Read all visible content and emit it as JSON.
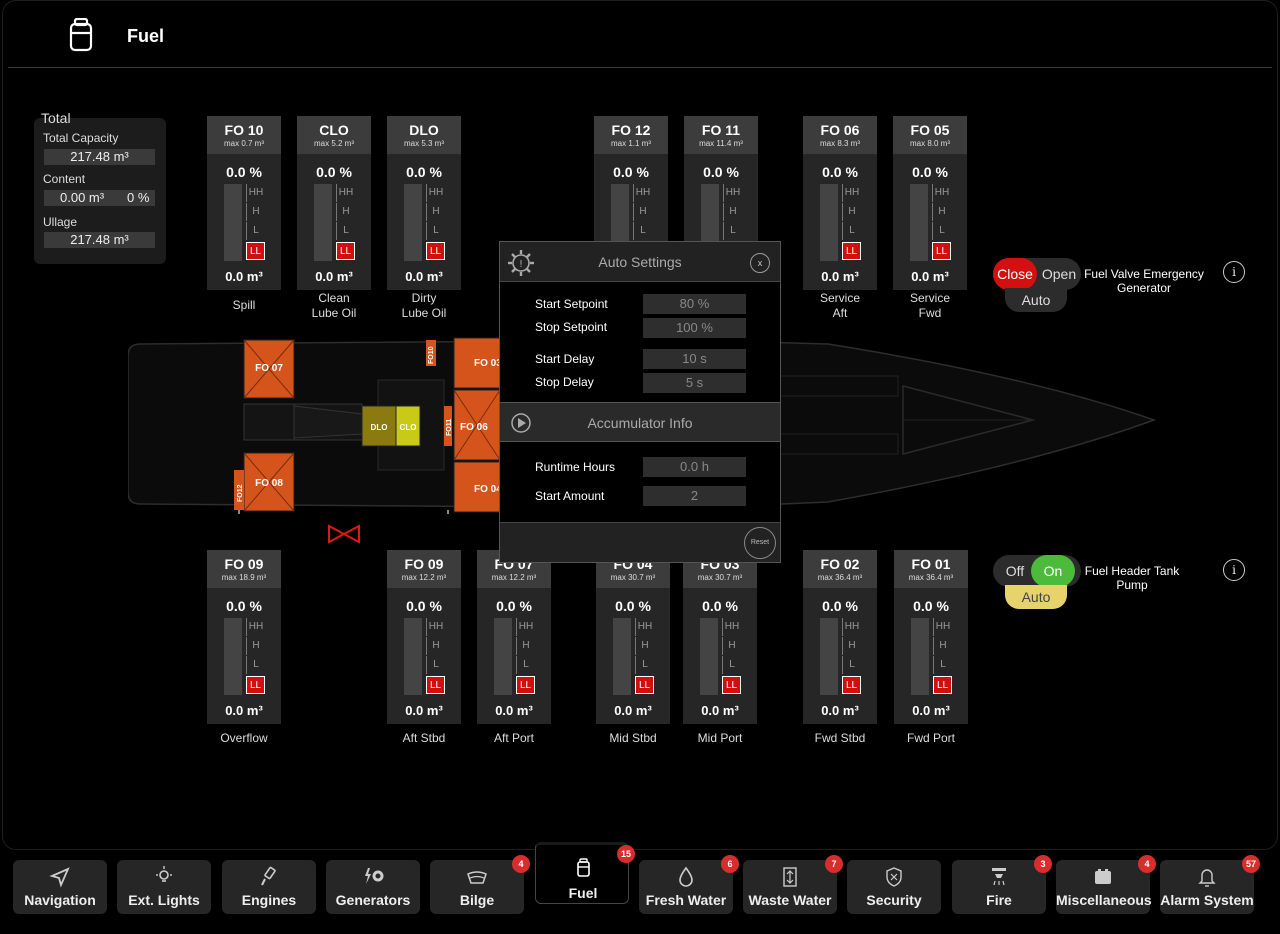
{
  "header": {
    "title": "Fuel",
    "icon": "fuel-canister-icon"
  },
  "totals": {
    "title": "Total",
    "capacity_label": "Total Capacity",
    "capacity_value": "217.48 m³",
    "content_label": "Content",
    "content_value": "0.00 m³",
    "content_pct": "0 %",
    "ullage_label": "Ullage",
    "ullage_value": "217.48 m³"
  },
  "levels": {
    "hh": "HH",
    "h": "H",
    "l": "L",
    "ll": "LL"
  },
  "tanks_top": [
    {
      "name": "FO 10",
      "max": "max 0.7 m³",
      "pct": "0.0 %",
      "vol": "0.0 m³",
      "label1": "Spill",
      "label2": ""
    },
    {
      "name": "CLO",
      "max": "max 5.2 m³",
      "pct": "0.0 %",
      "vol": "0.0 m³",
      "label1": "Clean",
      "label2": "Lube Oil"
    },
    {
      "name": "DLO",
      "max": "max 5.3 m³",
      "pct": "0.0 %",
      "vol": "0.0 m³",
      "label1": "Dirty",
      "label2": "Lube Oil"
    },
    {
      "name": "FO 12",
      "max": "max 1.1 m³",
      "pct": "0.0 %"
    },
    {
      "name": "FO 11",
      "max": "max 11.4 m³",
      "pct": "0.0 %"
    },
    {
      "name": "FO 06",
      "max": "max 8.3 m³",
      "pct": "0.0 %",
      "vol": "0.0 m³",
      "label1": "Service",
      "label2": "Aft"
    },
    {
      "name": "FO 05",
      "max": "max 8.0 m³",
      "pct": "0.0 %",
      "vol": "0.0 m³",
      "label1": "Service",
      "label2": "Fwd"
    }
  ],
  "tanks_bottom": [
    {
      "name": "FO 09",
      "max": "max 18.9 m³",
      "pct": "0.0 %",
      "vol": "0.0 m³",
      "label": "Overflow"
    },
    {
      "name": "FO 09",
      "max": "max 12.2 m³",
      "pct": "0.0 %",
      "vol": "0.0 m³",
      "label": "Aft Stbd"
    },
    {
      "name": "FO 07",
      "max": "max 12.2 m³",
      "pct": "0.0 %",
      "vol": "0.0 m³",
      "label": "Aft Port"
    },
    {
      "name": "FO 04",
      "max": "max 30.7 m³",
      "pct": "0.0 %",
      "vol": "0.0 m³",
      "label": "Mid Stbd"
    },
    {
      "name": "FO 03",
      "max": "max 30.7 m³",
      "pct": "0.0 %",
      "vol": "0.0 m³",
      "label": "Mid Port"
    },
    {
      "name": "FO 02",
      "max": "max 36.4 m³",
      "pct": "0.0 %",
      "vol": "0.0 m³",
      "label": "Fwd Stbd"
    },
    {
      "name": "FO 01",
      "max": "max 36.4 m³",
      "pct": "0.0 %",
      "vol": "0.0 m³",
      "label": "Fwd Port"
    }
  ],
  "ship": {
    "tank_labels": {
      "fo07": "FO 07",
      "fo08": "FO 08",
      "fo10": "FO10",
      "fo12": "FO12",
      "fo11": "FO11",
      "fo03": "FO 03",
      "fo06": "FO 06",
      "fo04": "FO 04",
      "dlo": "DLO",
      "clo": "CLO"
    },
    "colors": {
      "fuel_tank": "#d4541b",
      "dlo": "#8a7a10",
      "clo": "#c9c918",
      "valve": "#e01818"
    }
  },
  "valve": {
    "close": "Close",
    "open": "Open",
    "auto": "Auto",
    "label": "Fuel Valve Emergency Generator",
    "state": "Close"
  },
  "pump": {
    "off": "Off",
    "on": "On",
    "auto": "Auto",
    "label": "Fuel Header Tank Pump",
    "state": "On"
  },
  "dialog": {
    "title": "Auto Settings",
    "close": "x",
    "start_setpoint_label": "Start Setpoint",
    "start_setpoint_value": "80  %",
    "stop_setpoint_label": "Stop Setpoint",
    "stop_setpoint_value": "100  %",
    "start_delay_label": "Start Delay",
    "start_delay_value": "10  s",
    "stop_delay_label": "Stop Delay",
    "stop_delay_value": "5  s",
    "acc_title": "Accumulator Info",
    "runtime_label": "Runtime Hours",
    "runtime_value": "0.0  h",
    "start_amount_label": "Start Amount",
    "start_amount_value": "2",
    "reset": "Reset"
  },
  "nav": [
    {
      "label": "Navigation",
      "icon": "navigation-arrow-icon",
      "badge": ""
    },
    {
      "label": "Ext. Lights",
      "icon": "light-bulb-icon",
      "badge": ""
    },
    {
      "label": "Engines",
      "icon": "engine-piston-icon",
      "badge": ""
    },
    {
      "label": "Generators",
      "icon": "lightning-gear-icon",
      "badge": ""
    },
    {
      "label": "Bilge",
      "icon": "bilge-hull-icon",
      "badge": "4"
    },
    {
      "label": "Fuel",
      "icon": "fuel-canister-icon",
      "badge": "15"
    },
    {
      "label": "Fresh Water",
      "icon": "water-drop-icon",
      "badge": "6"
    },
    {
      "label": "Waste Water",
      "icon": "waste-water-icon",
      "badge": "7"
    },
    {
      "label": "Security",
      "icon": "shield-icon",
      "badge": ""
    },
    {
      "label": "Fire",
      "icon": "sprinkler-icon",
      "badge": "3"
    },
    {
      "label": "Miscellaneous",
      "icon": "battery-icon",
      "badge": "4"
    },
    {
      "label": "Alarm System",
      "icon": "alarm-bell-icon",
      "badge": "57"
    }
  ]
}
